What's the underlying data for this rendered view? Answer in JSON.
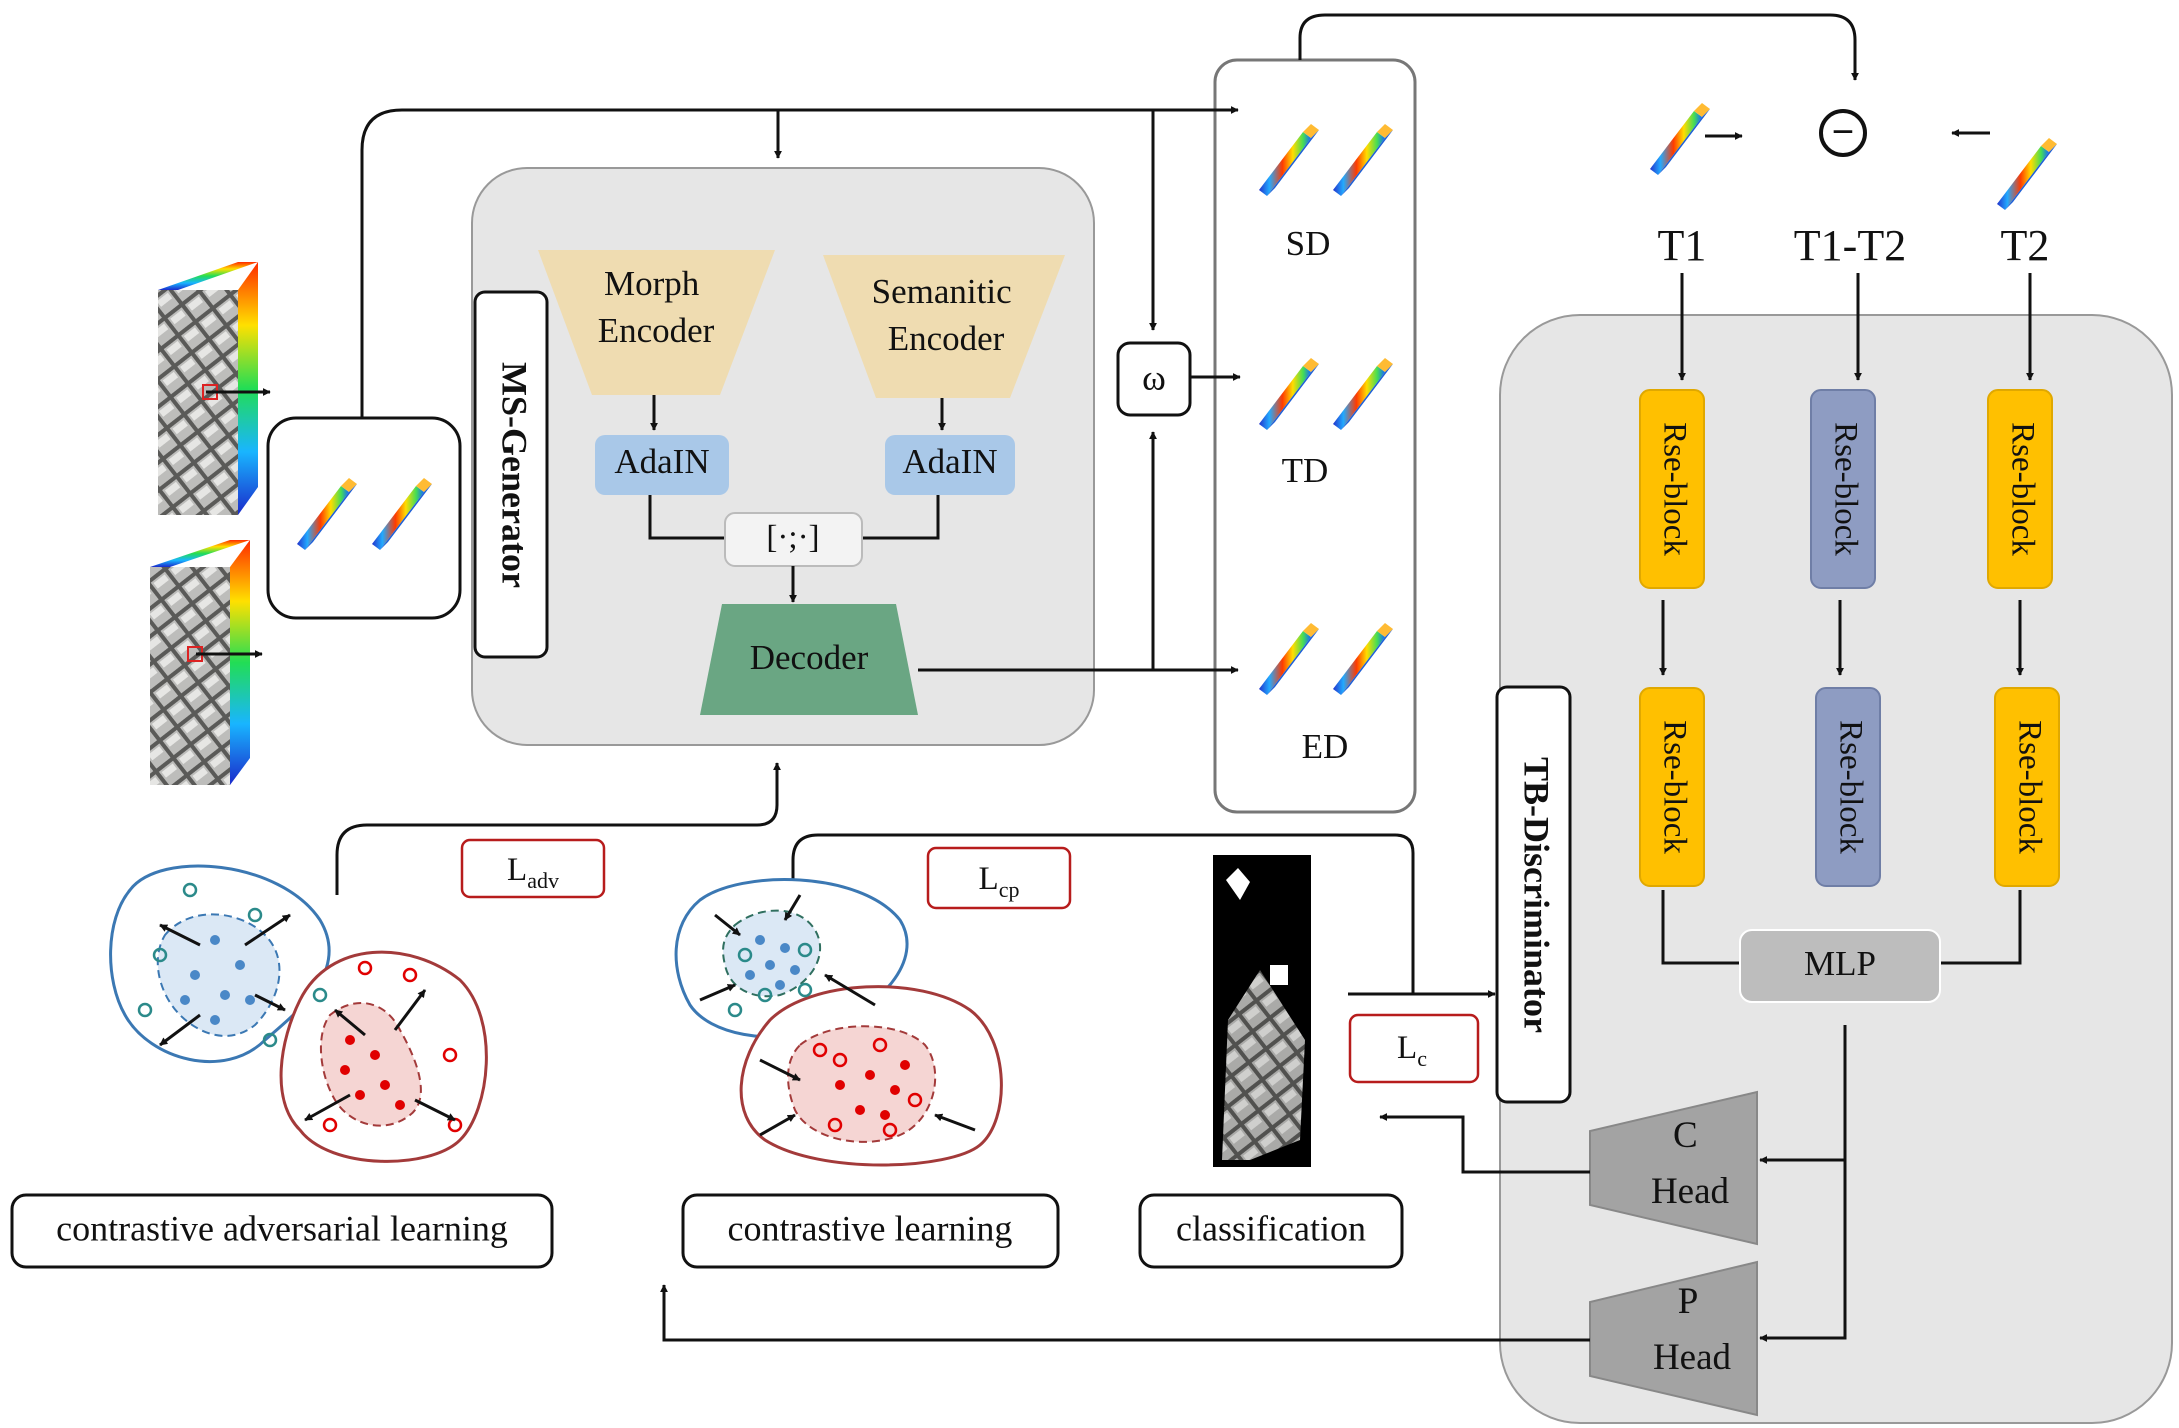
{
  "generator": {
    "title": "MS-Generator",
    "morph_encoder": [
      "Morph",
      "Encoder"
    ],
    "semantic_encoder": [
      "Semanitic",
      "Encoder"
    ],
    "adain": "AdaIN",
    "concat": "[·;·]",
    "decoder": "Decoder"
  },
  "omega": "ω",
  "outputs": {
    "sd": "SD",
    "td": "TD",
    "ed": "ED"
  },
  "minus": "−",
  "time_labels": {
    "t1": "T1",
    "t12": "T1-T2",
    "t2": "T2"
  },
  "discriminator": {
    "title": "TB-Discriminator",
    "block": "Rse-block",
    "mlp": "MLP",
    "c_head": [
      "C",
      "Head"
    ],
    "p_head": [
      "P",
      "Head"
    ]
  },
  "losses": {
    "adv": {
      "base": "L",
      "sub": "adv"
    },
    "cp": {
      "base": "L",
      "sub": "cp"
    },
    "c": {
      "base": "L",
      "sub": "c"
    }
  },
  "captions": {
    "cal": "contrastive adversarial learning",
    "cl": "contrastive learning",
    "cls": "classification"
  },
  "colors": {
    "encoder": "#efdcb1",
    "adain": "#a9c8e8",
    "decoder": "#6aa683",
    "rse_orange": "#ffc000",
    "rse_blue": "#8e9cc2",
    "panel": "#e6e6e6",
    "loss_border": "#b71c1c",
    "blue_cluster": "#3b78b3",
    "red_cluster": "#a33a3a"
  }
}
